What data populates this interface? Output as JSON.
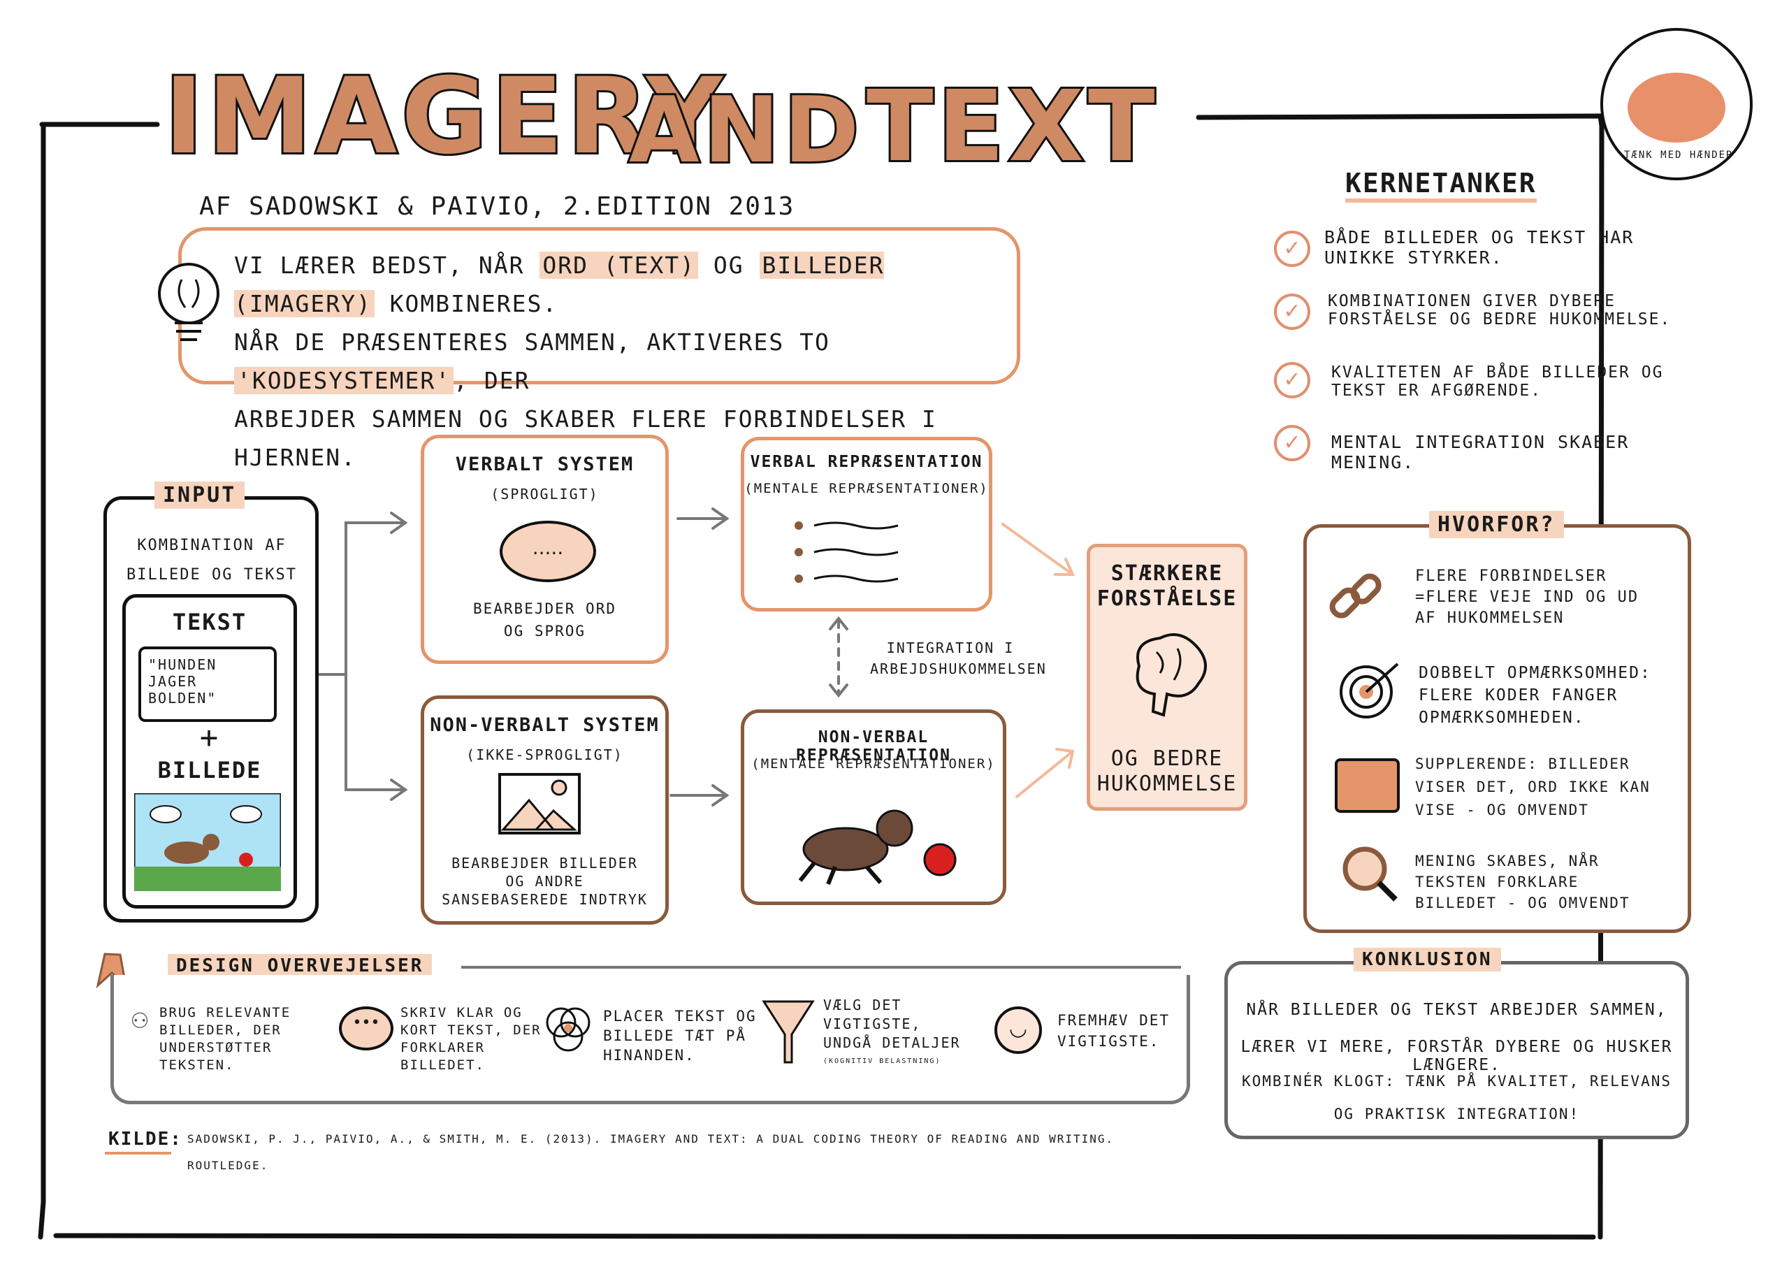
{
  "title": {
    "part1": "IMAGERY",
    "part2": "AND",
    "part3": "TEXT"
  },
  "subtitle": "AF SADOWSKI & PAIVIO, 2.EDITION 2013",
  "intro": {
    "line1_pre": "Vi lærer bedst, når ",
    "line1_hl1": "ord (text)",
    "line1_mid": " og ",
    "line1_hl2": "billeder (imagery)",
    "line1_post": " kombineres.",
    "line2_pre": "Når de præsenteres sammen, aktiveres to ",
    "line2_hl": "'kodesystemer'",
    "line2_post": ", der",
    "line3": "arbejder sammen og skaber flere forbindelser i hjernen."
  },
  "kernetanker": {
    "heading": "KERNETANKER",
    "items": [
      "BÅDE BILLEDER OG TEKST HAR UNIKKE STYRKER.",
      "KOMBINATIONEN GIVER DYBERE FORSTÅELSE OG BEDRE HUKOMMELSE.",
      "KVALITETEN AF BÅDE BILLEDER OG TEKST ER AFGØRENDE.",
      "MENTAL INTEGRATION SKABER MENING."
    ]
  },
  "input": {
    "tag": "INPUT",
    "caption": "KOMBINATION AF BILLEDE OG TEKST",
    "tekst_label": "TEKST",
    "quote": "\"HUNDEN JAGER BOLDEN\"",
    "plus": "+",
    "billede_label": "BILLEDE"
  },
  "verbalt": {
    "title": "VERBALT SYSTEM",
    "sub": "(SPROGLIGT)",
    "bubble": ".....",
    "desc": "BEARBEJDER ORD OG SPROG"
  },
  "nonverbalt": {
    "title": "NON-VERBALT SYSTEM",
    "sub": "(IKKE-SPROGLIGT)",
    "desc": "BEARBEJDER BILLEDER OG ANDRE SANSEBASEREDE INDTRYK"
  },
  "verbal_rep": {
    "title": "VERBAL REPRÆSENTATION",
    "sub": "(MENTALE REPRÆSENTATIONER)"
  },
  "nonverbal_rep": {
    "title": "NON-VERBAL REPRÆSENTATION",
    "sub": "(MENTALE REPRÆSENTATIONER)"
  },
  "integration": "INTEGRATION I ARBEJDSHUKOMMELSEN",
  "result": {
    "top": "STÆRKERE FORSTÅELSE",
    "bottom": "OG BEDRE HUKOMMELSE"
  },
  "hvorfor": {
    "heading": "HVORFOR?",
    "items": [
      {
        "icon": "chain-link-icon",
        "text": "FLERE FORBINDELSER =FLERE VEJE IND OG UD AF HUKOMMELSEN"
      },
      {
        "icon": "target-icon",
        "text": "DOBBELT OPMÆRKSOMHED: FLERE KODER FANGER OPMÆRKSOMHEDEN."
      },
      {
        "icon": "puzzle-icon",
        "text": "SUPPLERENDE: BILLEDER VISER DET, ORD IKKE KAN VISE - OG OMVENDT"
      },
      {
        "icon": "magnifier-icon",
        "text": "MENING SKABES, NÅR TEKSTEN FORKLARE BILLEDET - OG OMVENDT"
      }
    ]
  },
  "design": {
    "heading": "DESIGN OVERVEJELSER",
    "items": [
      {
        "icon": "people-icon",
        "text": "BRUG RELEVANTE BILLEDER, DER UNDERSTØTTER TEKSTEN."
      },
      {
        "icon": "speech-bubble-icon",
        "text": "SKRIV KLAR OG KORT TEKST, DER FORKLARER BILLEDET."
      },
      {
        "icon": "venn-icon",
        "text": "PLACER TEKST OG BILLEDE TÆT PÅ HINANDEN."
      },
      {
        "icon": "funnel-icon",
        "text": "VÆLG DET VIGTIGSTE, UNDGÅ DETALJER",
        "note": "(KOGNITIV BELASTNING)"
      },
      {
        "icon": "smiley-icon",
        "text": "FREMHÆV DET VIGTIGSTE."
      }
    ]
  },
  "konklusion": {
    "heading": "KONKLUSION",
    "lines": [
      "NÅR BILLEDER OG TEKST ARBEJDER SAMMEN,",
      "LÆRER VI MERE, FORSTÅR DYBERE OG HUSKER LÆNGERE.",
      "KOMBINÉR KLOGT: TÆNK PÅ KVALITET, RELEVANS",
      "OG PRAKTISK INTEGRATION!"
    ]
  },
  "kilde": {
    "label": "KILDE:",
    "line1": "SADOWSKI, P. J., PAIVIO, A., & SMITH, M. E. (2013). IMAGERY AND TEXT: A DUAL CODING THEORY OF READING AND WRITING.",
    "line2": "ROUTLEDGE."
  },
  "logo": {
    "text1": "TÆNK",
    "text2": "MED",
    "text3": "HÆNDERNE"
  },
  "colors": {
    "accent": "#cf8a63",
    "peach": "#f7d4bd",
    "frame": "#111111",
    "box": "#8a5a3c"
  }
}
